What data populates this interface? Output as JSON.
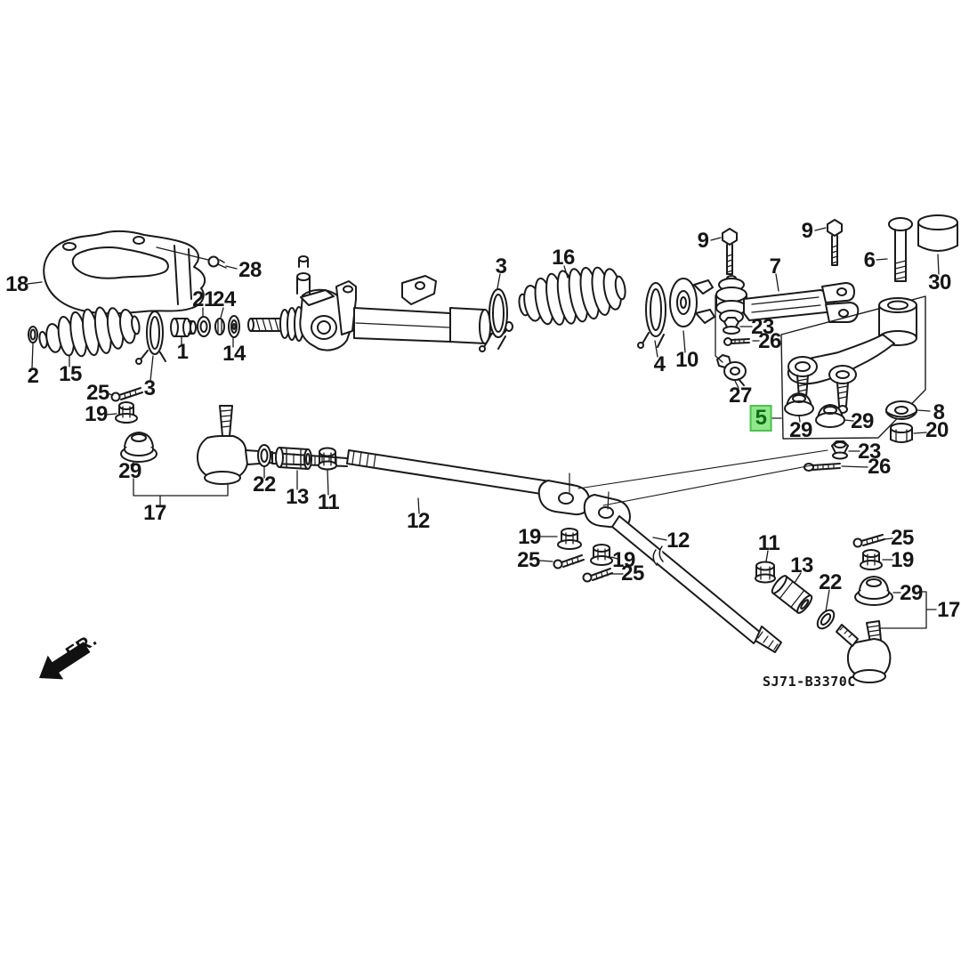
{
  "figure": {
    "type": "exploded-parts-diagram",
    "part_code": "SJ71-B3370C",
    "direction_label": "FR.",
    "line_color": "#1a1a1a",
    "background_color": "#ffffff",
    "highlight": {
      "bg": "#8fe88a",
      "border": "#4fc04f",
      "text_color": "#0f6b16",
      "applies_to": "callout 5"
    }
  },
  "callouts": [
    {
      "id": "c18",
      "text": "18"
    },
    {
      "id": "c28",
      "text": "28"
    },
    {
      "id": "c2",
      "text": "2"
    },
    {
      "id": "c15",
      "text": "15"
    },
    {
      "id": "c3-left",
      "text": "3"
    },
    {
      "id": "c25-left",
      "text": "25"
    },
    {
      "id": "c19-left",
      "text": "19"
    },
    {
      "id": "c29-left",
      "text": "29"
    },
    {
      "id": "c17-left",
      "text": "17"
    },
    {
      "id": "c21",
      "text": "21"
    },
    {
      "id": "c24",
      "text": "24"
    },
    {
      "id": "c1",
      "text": "1"
    },
    {
      "id": "c14",
      "text": "14"
    },
    {
      "id": "c22-left",
      "text": "22"
    },
    {
      "id": "c13-left",
      "text": "13"
    },
    {
      "id": "c11-left",
      "text": "11"
    },
    {
      "id": "c12-left",
      "text": "12"
    },
    {
      "id": "c3-right",
      "text": "3"
    },
    {
      "id": "c16",
      "text": "16"
    },
    {
      "id": "c4",
      "text": "4"
    },
    {
      "id": "c10",
      "text": "10"
    },
    {
      "id": "c9-left",
      "text": "9"
    },
    {
      "id": "c9-right",
      "text": "9"
    },
    {
      "id": "c7",
      "text": "7"
    },
    {
      "id": "c6",
      "text": "6"
    },
    {
      "id": "c30",
      "text": "30"
    },
    {
      "id": "c23-upper",
      "text": "23"
    },
    {
      "id": "c26-upper",
      "text": "26"
    },
    {
      "id": "c27",
      "text": "27"
    },
    {
      "id": "c5",
      "text": "5",
      "highlighted": true
    },
    {
      "id": "c29-box-left",
      "text": "29"
    },
    {
      "id": "c29-box-right",
      "text": "29"
    },
    {
      "id": "c8",
      "text": "8"
    },
    {
      "id": "c20",
      "text": "20"
    },
    {
      "id": "c23-lower",
      "text": "23"
    },
    {
      "id": "c26-lower",
      "text": "26"
    },
    {
      "id": "c19-mid1",
      "text": "19"
    },
    {
      "id": "c25-mid1",
      "text": "25"
    },
    {
      "id": "c19-mid2",
      "text": "19"
    },
    {
      "id": "c25-mid2",
      "text": "25"
    },
    {
      "id": "c12-right",
      "text": "12"
    },
    {
      "id": "c11-right",
      "text": "11"
    },
    {
      "id": "c13-right",
      "text": "13"
    },
    {
      "id": "c22-right",
      "text": "22"
    },
    {
      "id": "c25-right",
      "text": "25"
    },
    {
      "id": "c19-right",
      "text": "19"
    },
    {
      "id": "c29-right",
      "text": "29"
    },
    {
      "id": "c17-right",
      "text": "17"
    }
  ]
}
